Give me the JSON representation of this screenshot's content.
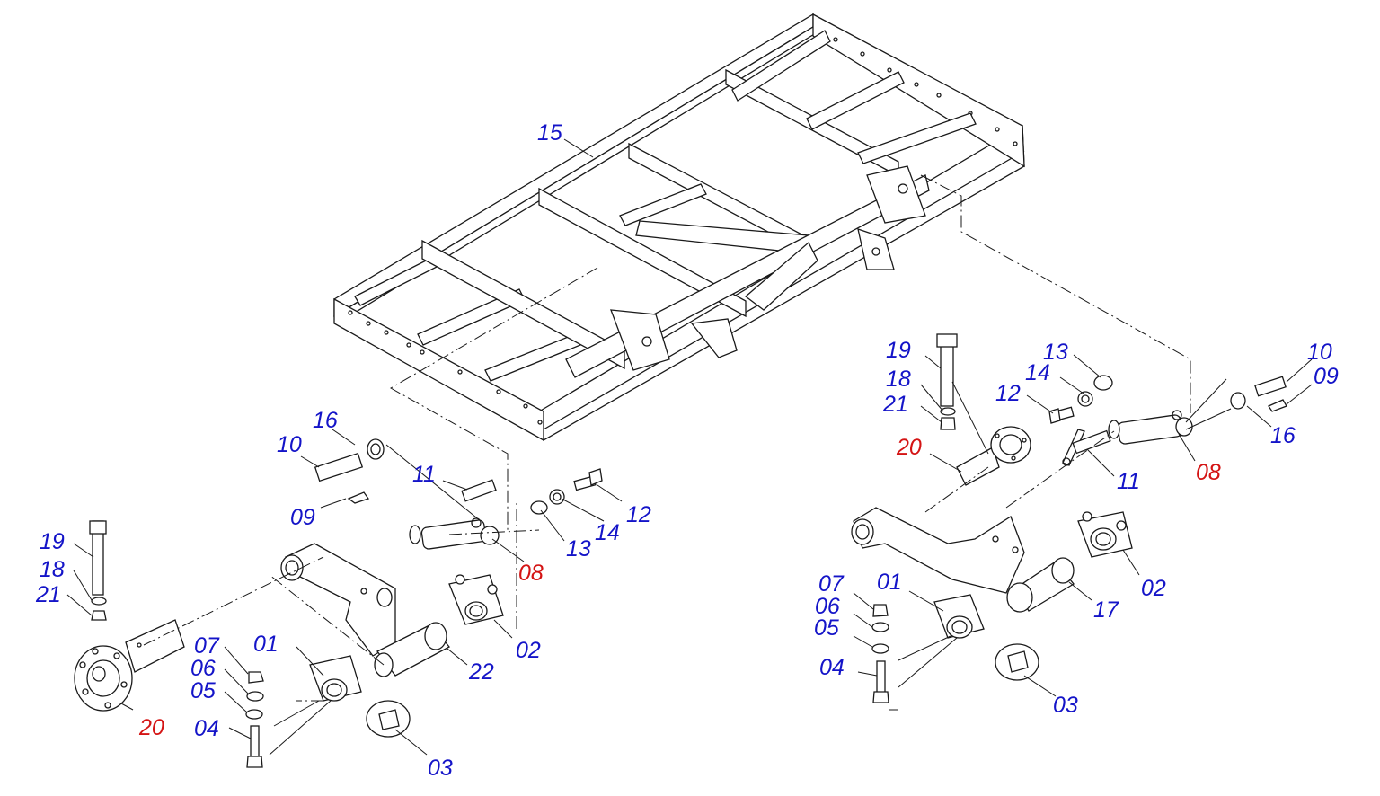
{
  "colors": {
    "callout_standard": "#1414c8",
    "callout_highlight": "#d41414",
    "line": "#1a1a1a",
    "background": "#ffffff"
  },
  "callouts": {
    "frame": {
      "c15": "15"
    },
    "left": {
      "c16": "16",
      "c10": "10",
      "c09": "09",
      "c11": "11",
      "c12": "12",
      "c14": "14",
      "c13": "13",
      "c08": "08",
      "c19": "19",
      "c18": "18",
      "c21": "21",
      "c20": "20",
      "c07": "07",
      "c06": "06",
      "c05": "05",
      "c04": "04",
      "c01": "01",
      "c02": "02",
      "c22": "22",
      "c03": "03"
    },
    "right": {
      "c19": "19",
      "c18": "18",
      "c21": "21",
      "c20": "20",
      "c13": "13",
      "c14": "14",
      "c12": "12",
      "c11": "11",
      "c10": "10",
      "c09": "09",
      "c16": "16",
      "c08": "08",
      "c07": "07",
      "c06": "06",
      "c05": "05",
      "c04": "04",
      "c01": "01",
      "c02": "02",
      "c17": "17",
      "c03": "03"
    }
  }
}
